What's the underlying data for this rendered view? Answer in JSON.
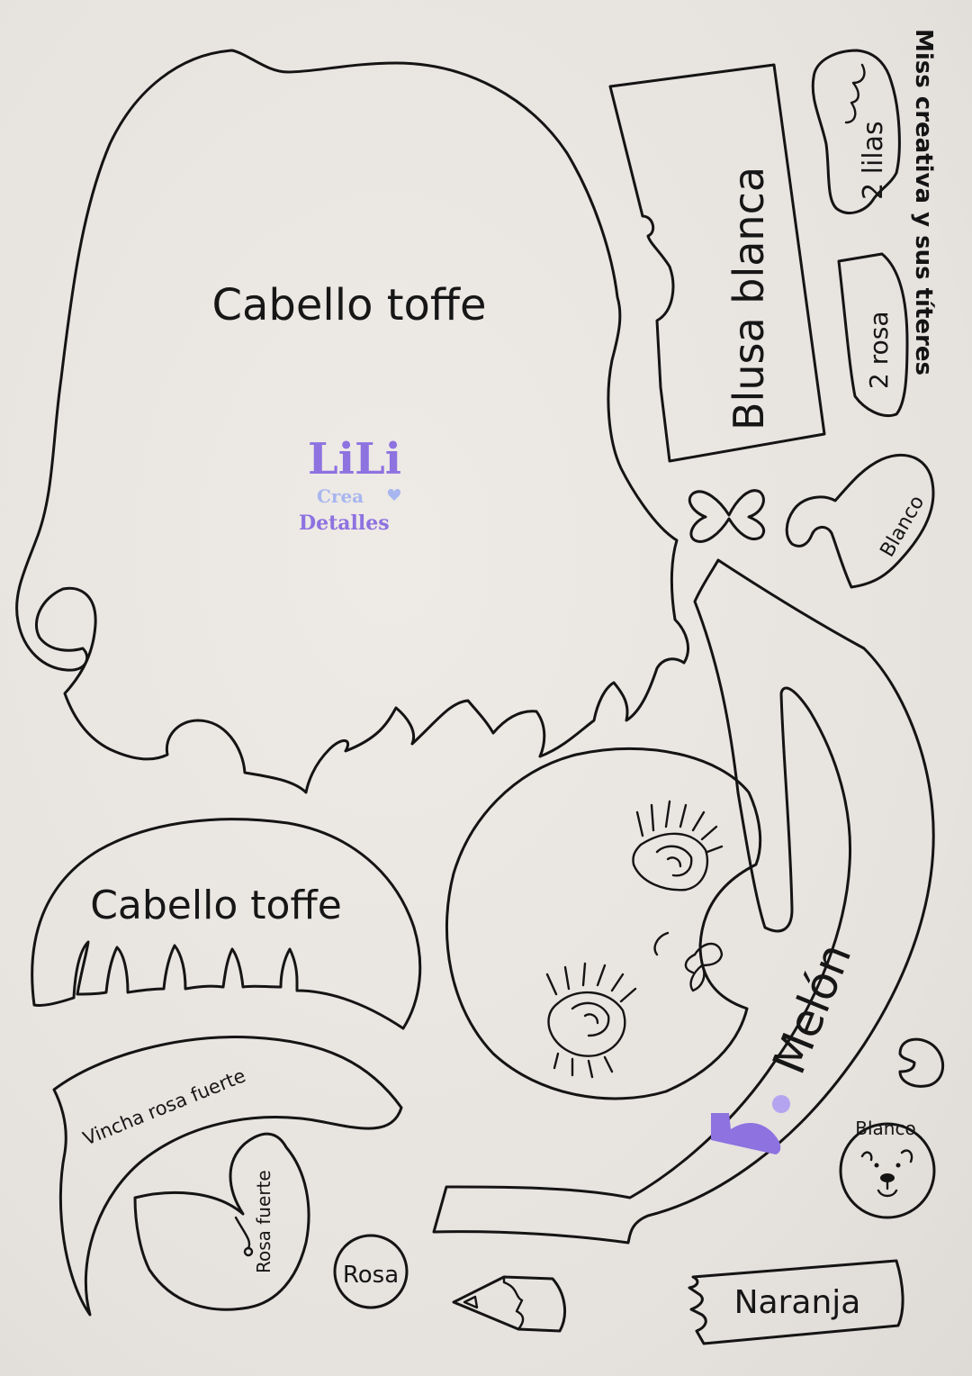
{
  "brand": {
    "title": "Miss creativa y sus títeres"
  },
  "watermark": {
    "logo_mark": "LiLi",
    "line1": "Crea",
    "line2": "Detalles",
    "primary_color": "#8d72e0",
    "secondary_color": "#a7b6ef"
  },
  "pieces": {
    "hair_back_label": "Cabello toffe",
    "bangs_label": "Cabello toffe",
    "blouse_label": "Blusa blanca",
    "wings_label": "2 lilas",
    "cheeks_label": "2 rosa",
    "bow_label": "Blanco",
    "body_label": "Melón",
    "headband_label": "Vincha rosa fuerte",
    "flower_label": "Rosa fuerte",
    "circle_label": "Rosa",
    "bear_label": "Blanco",
    "ribbon_label": "Naranja"
  },
  "colors": {
    "paper": "#e9e5e1",
    "ink": "#141414"
  }
}
